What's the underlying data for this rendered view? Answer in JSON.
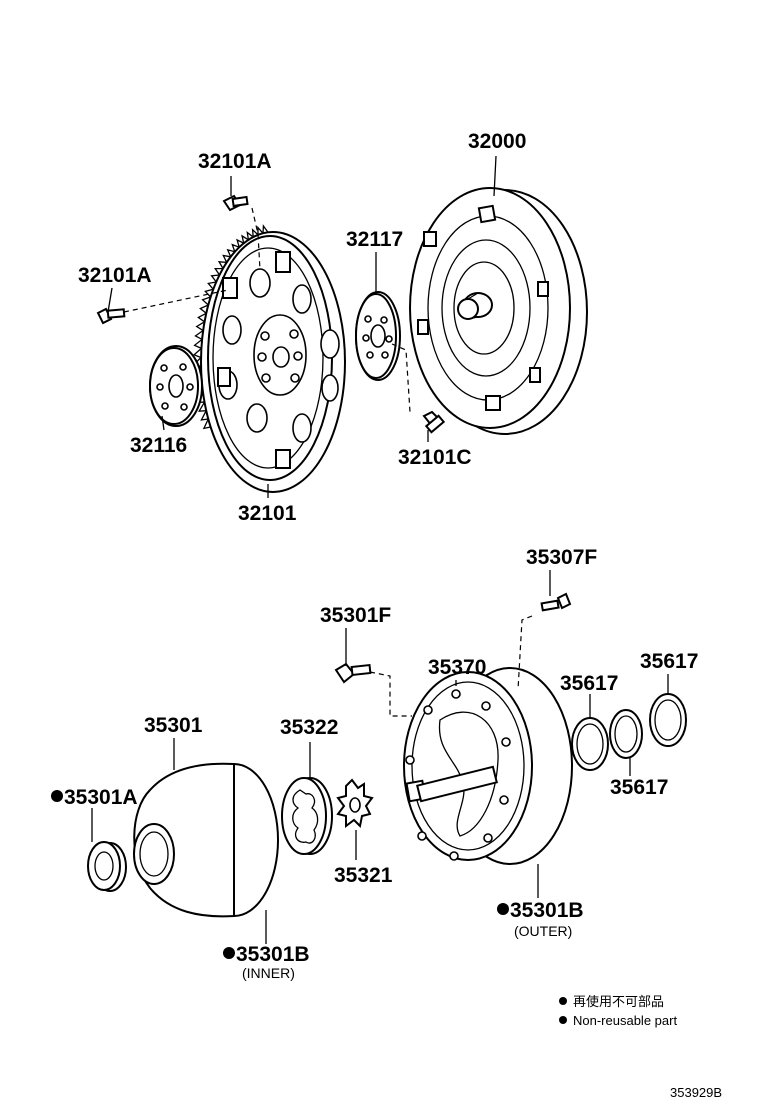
{
  "labels": {
    "p32000": "32000",
    "p32101A_top": "32101A",
    "p32101A_left": "32101A",
    "p32117": "32117",
    "p32116": "32116",
    "p32101C": "32101C",
    "p32101": "32101",
    "p35307F": "35307F",
    "p35301F": "35301F",
    "p35370": "35370",
    "p35617_a": "35617",
    "p35617_b": "35617",
    "p35617_c": "35617",
    "p35301": "35301",
    "p35322": "35322",
    "p35301A": "35301A",
    "p35321": "35321",
    "p35301B_outer": "35301B",
    "outer_note": "(OUTER)",
    "p35301B_inner": "35301B",
    "inner_note": "(INNER)"
  },
  "legend": {
    "line_jp": "再使用不可部品",
    "line_en": "Non-reusable part"
  },
  "drawing_code": "353929B",
  "colors": {
    "ink": "#000000",
    "paper": "#ffffff"
  }
}
